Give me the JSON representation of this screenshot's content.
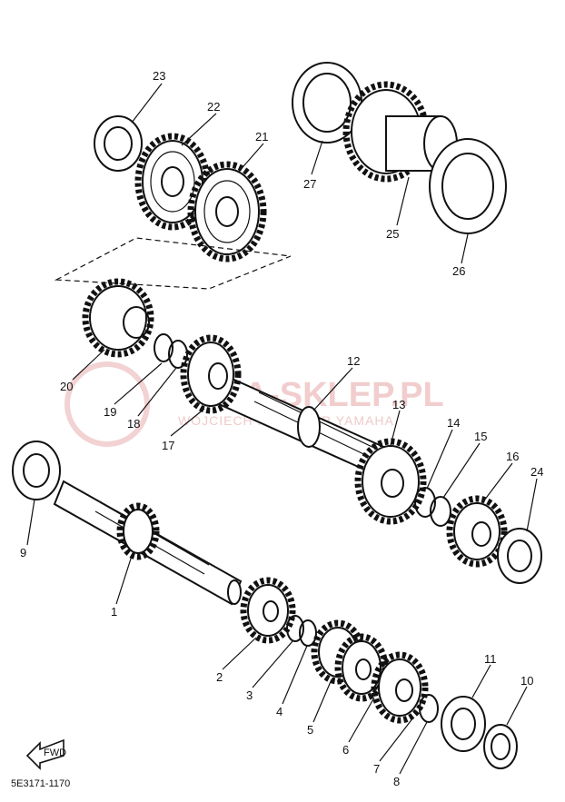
{
  "labels": {
    "p1": "1",
    "p2": "2",
    "p3": "3",
    "p4": "4",
    "p5": "5",
    "p6": "6",
    "p7": "7",
    "p8": "8",
    "p9": "9",
    "p10": "10",
    "p11": "11",
    "p12": "12",
    "p13": "13",
    "p14": "14",
    "p15": "15",
    "p16": "16",
    "p17": "17",
    "p18": "18",
    "p19": "19",
    "p20": "20",
    "p21": "21",
    "p22": "22",
    "p23": "23",
    "p24": "24",
    "p25": "25",
    "p26": "26",
    "p27": "27"
  },
  "diagram_code": "5E3171-1170",
  "fwd_label": "FWD",
  "watermark": {
    "brand": "MA-SKLEP.PL",
    "tagline": "WOJCIECH ... DEALER YAMAHA"
  }
}
